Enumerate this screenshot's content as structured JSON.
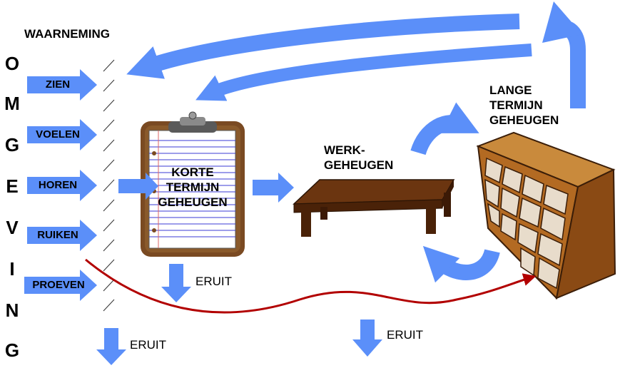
{
  "title": "WAARNEMING",
  "environment_letters": [
    "O",
    "M",
    "G",
    "E",
    "V",
    "I",
    "N",
    "G"
  ],
  "senses": [
    "ZIEN",
    "VOELEN",
    "HOREN",
    "RUIKEN",
    "PROEVEN"
  ],
  "short_term_memory": [
    "KORTE",
    "TERMIJN",
    "GEHEUGEN"
  ],
  "working_memory": [
    "WERK-",
    "GEHEUGEN"
  ],
  "long_term_memory": [
    "LANGE",
    "TERMIJN",
    "GEHEUGEN"
  ],
  "out_label": "ERUIT",
  "colors": {
    "arrow": "#5b8ff9",
    "red_line": "#b20000",
    "clipboard": "#7a4a22",
    "table": "#5a2e0f",
    "cabinet": "#b36a22"
  }
}
